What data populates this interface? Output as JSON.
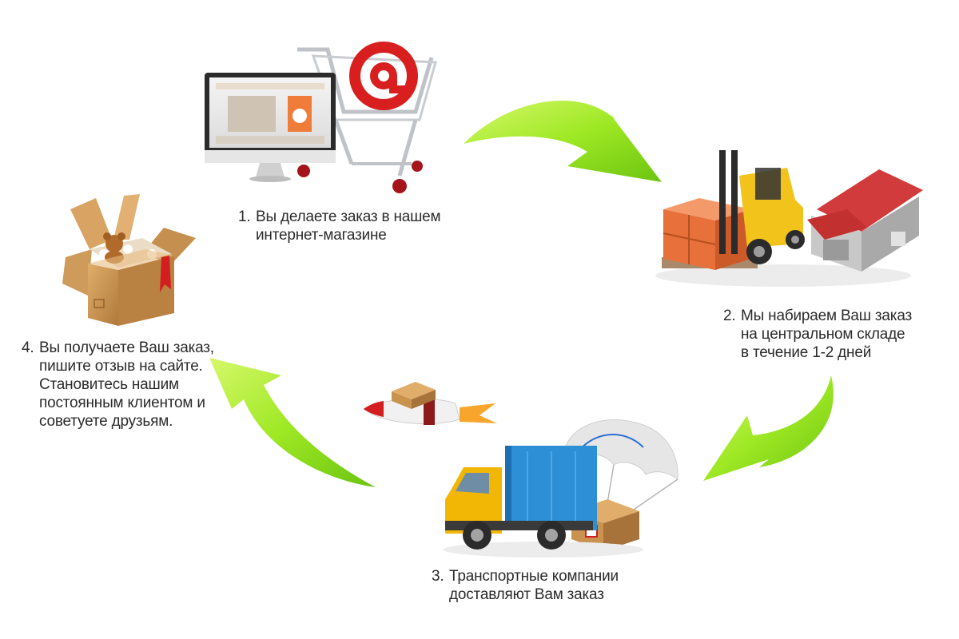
{
  "steps": [
    {
      "number": "1.",
      "lines": [
        "Вы делаете заказ в нашем",
        "интернет-магазине"
      ],
      "icon": "computer-shopping-cart"
    },
    {
      "number": "2.",
      "lines": [
        "Мы набираем Ваш заказ",
        "на центральном складе",
        "в течение 1-2 дней"
      ],
      "icon": "warehouse-forklift"
    },
    {
      "number": "3.",
      "lines": [
        "Транспортные компании",
        "доставляют Вам заказ"
      ],
      "icon": "delivery-truck"
    },
    {
      "number": "4.",
      "lines": [
        "Вы получаете Ваш заказ,",
        "пишите отзыв на сайте.",
        "Становитесь нашим",
        "постоянным клиентом и",
        "советуете друзьям."
      ],
      "icon": "open-box-teddy-bear"
    }
  ],
  "colors": {
    "arrow": "#8fe21c",
    "arrow_light": "#c8f55a",
    "text": "#2b2b2b",
    "cardboard": "#c9924f",
    "pallet_box": "#e8703a",
    "truck_cab": "#f2b705",
    "truck_body": "#2d8fd6",
    "roof": "#d23b3b",
    "at_sign": "#d81e1e"
  }
}
